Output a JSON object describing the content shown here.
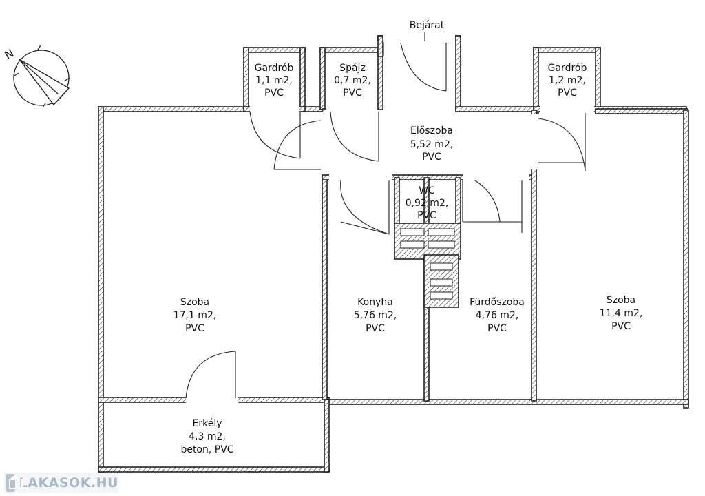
{
  "entrance": "Bejárat",
  "rooms": {
    "gardrob_left": [
      "Gardrób",
      "1,1 m2,",
      "PVC"
    ],
    "spajz": [
      "Spájz",
      "0,7 m2,",
      "PVC"
    ],
    "gardrob_right": [
      "Gardrób",
      "1,2 m2,",
      "PVC"
    ],
    "eloszoba": [
      "Előszoba",
      "5,52 m2,",
      "PVC"
    ],
    "wc": [
      "WC",
      "0,92 m2,",
      "PVC"
    ],
    "szoba_left": [
      "Szoba",
      "17,1 m2,",
      "PVC"
    ],
    "konyha": [
      "Konyha",
      "5,76  m2,",
      "PVC"
    ],
    "furdoszoba": [
      "Fürdőszoba",
      "4,76 m2,",
      "PVC"
    ],
    "szoba_right": [
      "Szoba",
      "11,4 m2,",
      "PVC"
    ],
    "erkely": [
      "Erkély",
      "4,3 m2,",
      "beton, PVC"
    ]
  },
  "compass": {
    "north_letter": "N",
    "icon": "north-arrow-icon"
  },
  "watermark": {
    "text": "LAKASOK.HU",
    "icon": "house-logo-icon"
  }
}
